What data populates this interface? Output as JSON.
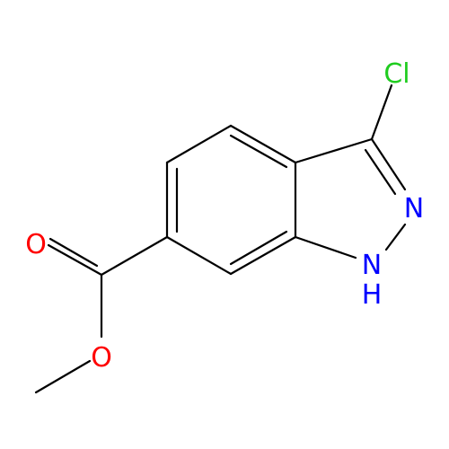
{
  "molecule": {
    "atoms": {
      "chlorine": {
        "label": "Cl",
        "color": "#1fcc1f"
      },
      "nitrogen_imine": {
        "label": "N",
        "color": "#0000ff"
      },
      "nitrogen_amine": {
        "label": "N",
        "color": "#0000ff"
      },
      "hydrogen_amine": {
        "label": "H",
        "color": "#0000ff"
      },
      "oxygen_carbonyl": {
        "label": "O",
        "color": "#ff0000"
      },
      "oxygen_ester": {
        "label": "O",
        "color": "#ff0000"
      }
    },
    "bond_color": "#000000"
  }
}
